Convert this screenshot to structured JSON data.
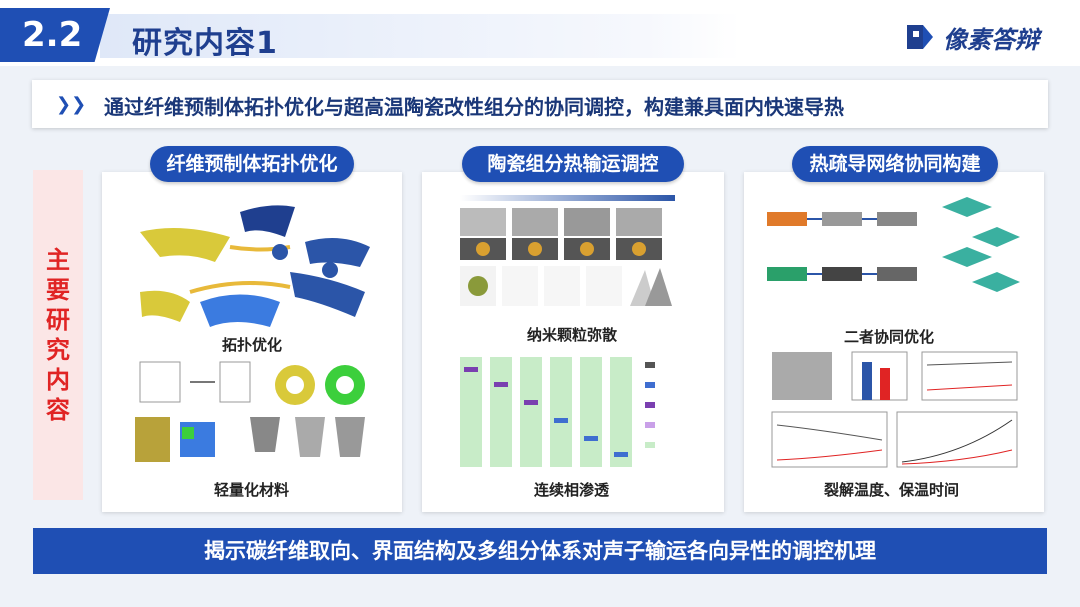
{
  "header": {
    "section_number": "2.2",
    "title": "研究内容1",
    "logo_text": "像素答辩"
  },
  "banner": {
    "text": "通过纤维预制体拓扑优化与超高温陶瓷改性组分的协同调控，构建兼具面内快速导热"
  },
  "side_label": "主要研究内容",
  "panels": [
    {
      "title": "纤维预制体拓扑优化",
      "captions": [
        "拓扑优化",
        "轻量化材料"
      ]
    },
    {
      "title": "陶瓷组分热输运调控",
      "captions": [
        "纳米颗粒弥散",
        "连续相渗透"
      ]
    },
    {
      "title": "热疏导网络协同构建",
      "captions": [
        "二者协同优化",
        "裂解温度、保温时间"
      ]
    }
  ],
  "bottom_bar": {
    "text": "揭示碳纤维取向、界面结构及多组分体系对声子输运各向异性的调控机理"
  },
  "colors": {
    "primary_blue": "#1f4fb4",
    "dark_blue": "#1f3f8f",
    "accent_red": "#e02424"
  }
}
